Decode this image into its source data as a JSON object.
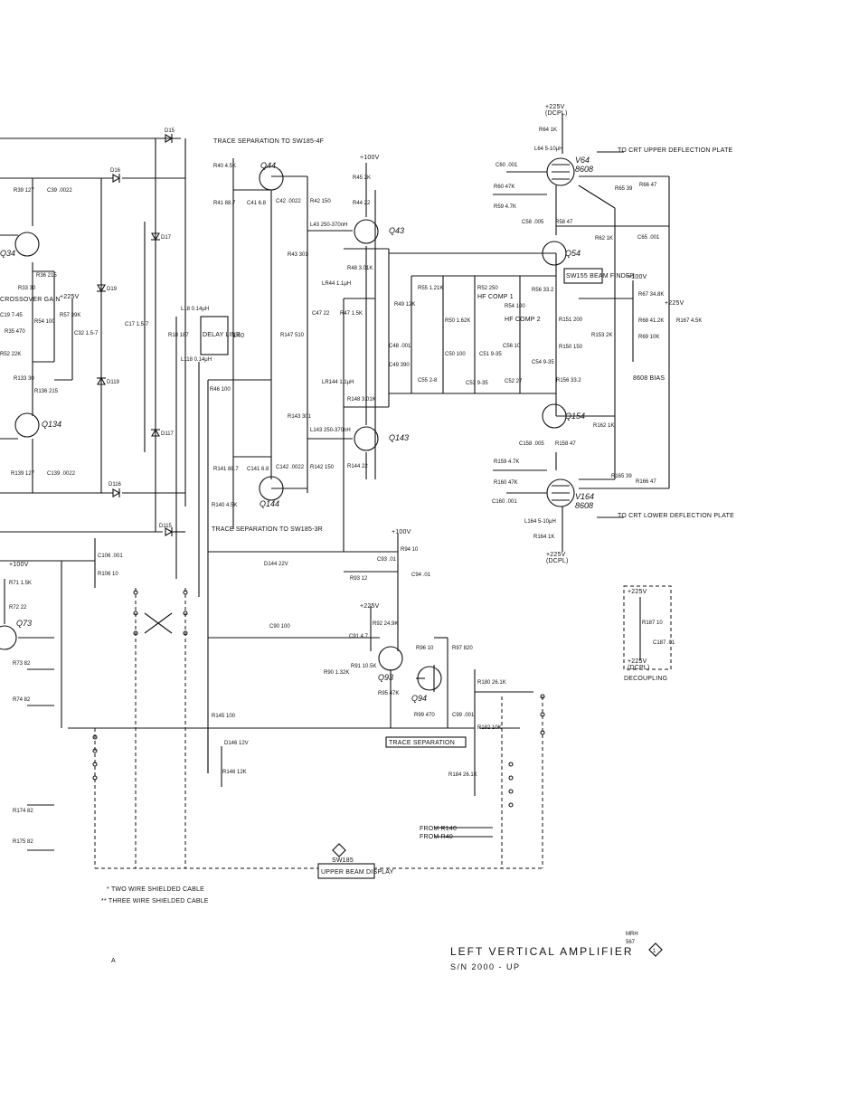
{
  "title": {
    "main": "LEFT VERTICAL AMPLIFIER",
    "serial": "S/N 2000 - UP",
    "code_top": "MRH",
    "code_bottom": "567",
    "rev_mark": "1"
  },
  "transistors": {
    "q44": "Q44",
    "q43": "Q43",
    "q144": "Q144",
    "q143": "Q143",
    "q54": "Q54",
    "q154": "Q154",
    "q34": "Q34",
    "q134": "Q134",
    "q73": "Q73",
    "q93": "Q93",
    "q94": "Q94"
  },
  "tubes": {
    "v64": "V64",
    "v64_type": "8608",
    "v164": "V164",
    "v164_type": "8608"
  },
  "rails": {
    "p100": "+100V",
    "p225": "+225V",
    "p225_dcpl": "(DCPL)"
  },
  "notes": {
    "trace_sep_top": "TRACE SEPARATION TO SW185-4F",
    "trace_sep_bottom": "TRACE SEPARATION TO SW185-3R",
    "to_crt_upper": "TO CRT UPPER DEFLECTION PLATE",
    "to_crt_lower": "TO CRT LOWER DEFLECTION PLATE",
    "beam_finder": "SW155 BEAM FINDER",
    "crossover": "CROSSOVER GAIN",
    "bias": "8608 BIAS",
    "trace_separation_label": "TRACE SEPARATION",
    "upper_beam_display": "UPPER BEAM DISPLAY",
    "sw185": "SW185",
    "decoupling": "DECOUPLING",
    "from_r140": "FROM R140",
    "from_r40": "FROM R40",
    "hf_comp1": "HF COMP 1",
    "hf_comp2": "HF COMP 2",
    "delay_line": "DELAY LINE",
    "l40": "L40",
    "footnote1": "* TWO WIRE SHIELDED CABLE",
    "footnote2": "** THREE WIRE SHIELDED CABLE",
    "corner_a": "A"
  },
  "components": {
    "r39": "R39 127",
    "c39": "C39 .0022",
    "r36": "R36 215",
    "r33": "R33 30",
    "r35": "R35 470",
    "r52l": "R52 22K",
    "r54": "R54 100",
    "c19": "C19 7-45",
    "r57": "R57 39K",
    "c32": "C32 1.5-7",
    "c17": "C17 1.5-7",
    "r133": "R133 30",
    "r136": "R136 215",
    "r139": "R139 127",
    "c139": "C139 .0022",
    "d15": "D15",
    "d16": "D16",
    "d17": "D17",
    "d19": "D19",
    "d115": "D115",
    "d116": "D116",
    "d117": "D117",
    "d119": "D119",
    "r40": "R40 4.5K",
    "r41": "R41 88.7",
    "c41": "C41 6.8",
    "c42": "C42 .0022",
    "r42": "R42 150",
    "l43": "L43 250-370nH",
    "r43": "R43 301",
    "l44": "LR44 1.1μH",
    "c47": "C47 22",
    "r47": "R47 1.5K",
    "r147": "R147 510",
    "l18": "L18 0.14μH",
    "r18": "R18 187",
    "l118": "L118 0.14μH",
    "r46": "R46 100",
    "r45": "R45 2K",
    "r44": "R44 22",
    "r48": "R48 3.01K",
    "r148": "R148 3.01K",
    "r144": "R144 22",
    "r143": "R143 301",
    "l143": "L143 250-370nH",
    "lr144": "LR144 1.1μH",
    "r141": "R141 88.7",
    "c141": "C141 6.8",
    "c142": "C142 .0022",
    "r142": "R142 150",
    "r140": "R140 4.5K",
    "r64": "R64 1K",
    "l64": "L64 5-10μH",
    "c60": "C60 .001",
    "r60": "R60 47K",
    "r59": "R59 4.7K",
    "r65": "R65 39",
    "r66": "R66 47",
    "c58": "C58 .005",
    "r58": "R58 47",
    "r62": "R62 1K",
    "c65": "C65 .001",
    "r49": "R49 12K",
    "r55": "R55 1.21K",
    "r52": "R52 250",
    "r56": "R56 33.2",
    "r50": "R50 1.62K",
    "r54r": "R54 100",
    "c48": "C48 .001",
    "c49": "C49 390",
    "c55": "C55 2-8",
    "c50": "C50 100",
    "c51": "C51 9-35",
    "c53": "C53 9-35",
    "c52": "C52 27",
    "c56": "C56 10",
    "c54": "C54 9-35",
    "r151": "R151 200",
    "r150": "R150 150",
    "r153": "R153 2K",
    "r156": "R156 33.2",
    "r67": "R67 34.8K",
    "r68": "R68 41.2K",
    "r69": "R69 10K",
    "r167": "R167 4.5K",
    "r162": "R162 1K",
    "c158": "C158 .005",
    "r158": "R158 47",
    "r159": "R159 4.7K",
    "r160": "R160 47K",
    "c160": "C160 .001",
    "r165": "R165 39",
    "r166": "R166 47",
    "l164": "L164 5-10μH",
    "r164": "R164 1K",
    "d144": "D144 22V",
    "r94": "R94 10",
    "c93": "C93 .01",
    "c94": "C94 .01",
    "r93": "R93 12",
    "r92": "R92 24.9K",
    "c90": "C90 100",
    "c91": "C91 4.7",
    "r91": "R91 10.5K",
    "r90": "R90 1.32K",
    "r96": "R96 10",
    "r97": "R97 820",
    "r95": "R95 47K",
    "r99": "R99 470",
    "c99": "C99 .001",
    "r180": "R180 26.1K",
    "r182": "R182 10K",
    "r184": "R184 26.1K",
    "r145": "R145 100",
    "d146": "D146 12V",
    "r146": "R146 12K",
    "c106": "C106 .001",
    "r106": "R106 10",
    "r71": "R71 1.5K",
    "r72": "R72 22",
    "r73": "R73 82",
    "r74": "R74 82",
    "r174": "R174 82",
    "r175": "R175 82",
    "r187": "R187 10",
    "c187": "C187 .01"
  }
}
